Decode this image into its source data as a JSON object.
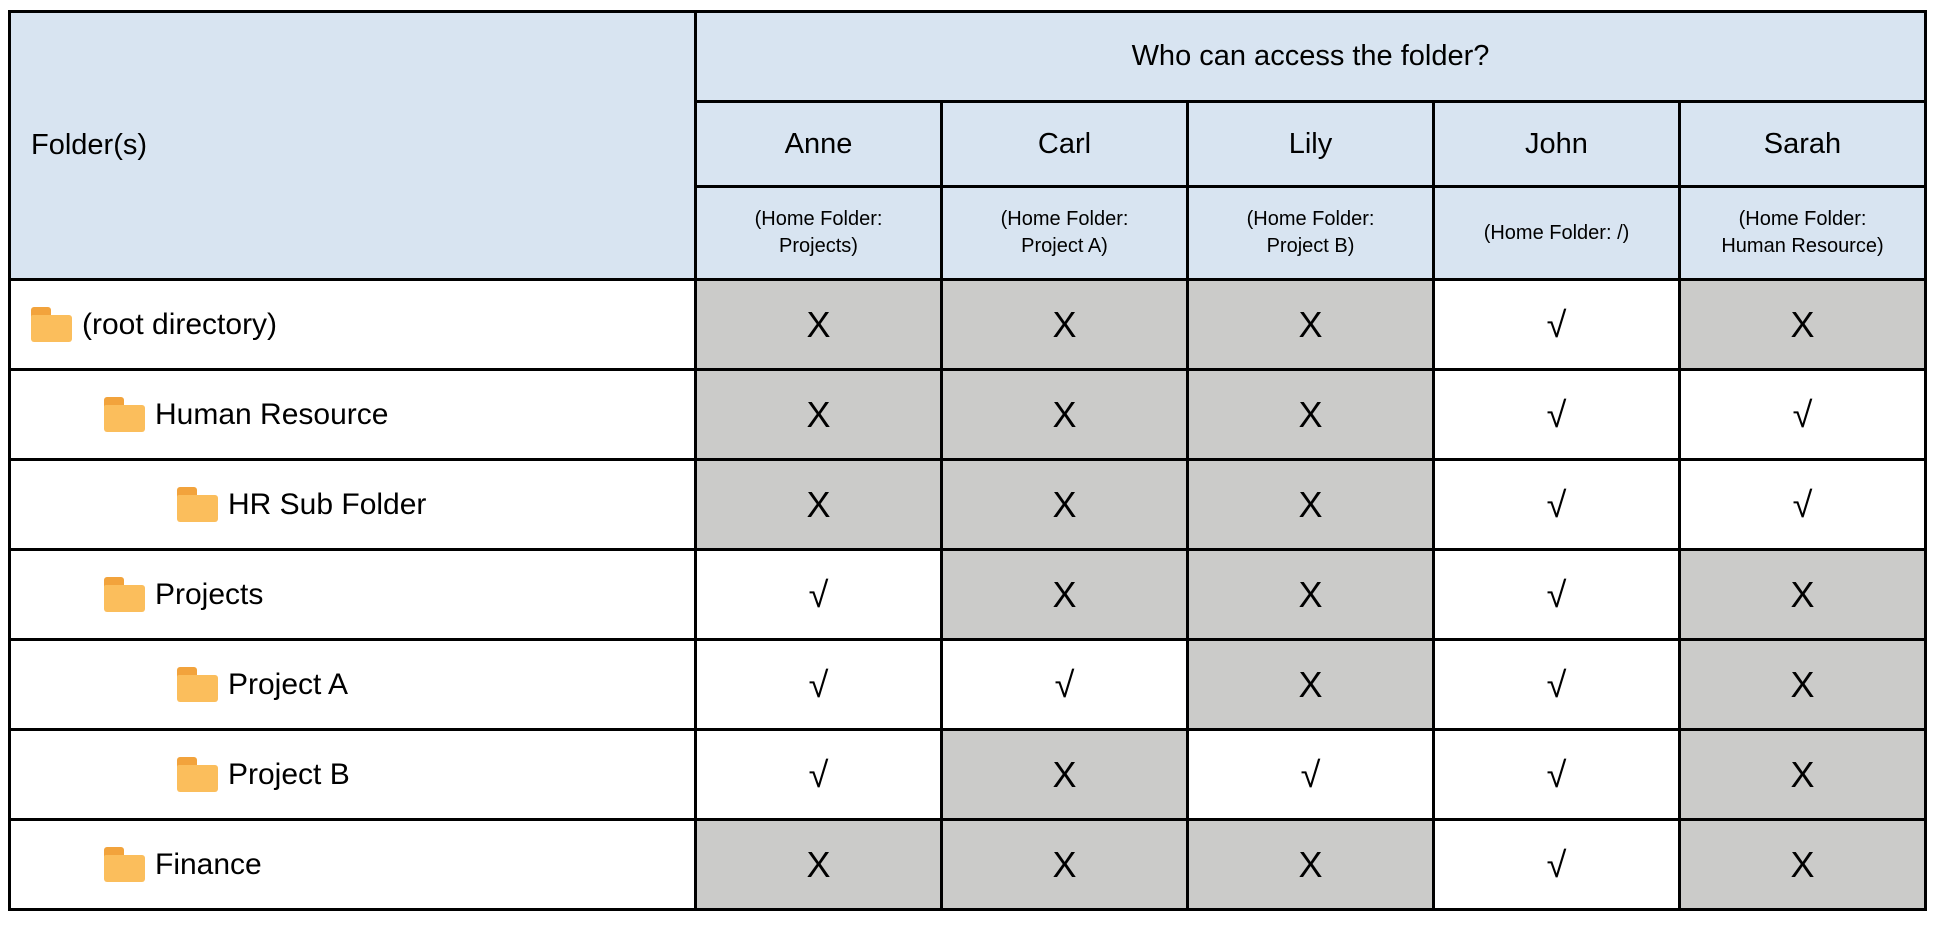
{
  "table": {
    "folder_column_header": "Folder(s)",
    "access_header": "Who can access the folder?",
    "people": [
      {
        "name": "Anne",
        "home": "(Home Folder: Projects)"
      },
      {
        "name": "Carl",
        "home": "(Home Folder: Project A)"
      },
      {
        "name": "Lily",
        "home": "(Home Folder: Project B)"
      },
      {
        "name": "John",
        "home": "(Home Folder: /)"
      },
      {
        "name": "Sarah",
        "home": "(Home Folder: Human Resource)"
      }
    ],
    "marks": {
      "allowed": "√",
      "denied": "X"
    },
    "rows": [
      {
        "folder": "(root directory)",
        "indent": 0,
        "access": [
          "X",
          "X",
          "X",
          "√",
          "X"
        ]
      },
      {
        "folder": "Human Resource",
        "indent": 1,
        "access": [
          "X",
          "X",
          "X",
          "√",
          "√"
        ]
      },
      {
        "folder": "HR Sub Folder",
        "indent": 2,
        "access": [
          "X",
          "X",
          "X",
          "√",
          "√"
        ]
      },
      {
        "folder": "Projects",
        "indent": 1,
        "access": [
          "√",
          "X",
          "X",
          "√",
          "X"
        ]
      },
      {
        "folder": "Project A",
        "indent": 2,
        "access": [
          "√",
          "√",
          "X",
          "√",
          "X"
        ]
      },
      {
        "folder": "Project B",
        "indent": 2,
        "access": [
          "√",
          "X",
          "√",
          "√",
          "X"
        ]
      },
      {
        "folder": "Finance",
        "indent": 1,
        "access": [
          "X",
          "X",
          "X",
          "√",
          "X"
        ]
      }
    ],
    "colors": {
      "header_bg": "#D8E4F1",
      "denied_bg": "#CBCBC9",
      "allowed_bg": "#FFFFFF",
      "border": "#000000",
      "folder_body": "#FBBE5C",
      "folder_tab": "#F2A33C"
    }
  }
}
